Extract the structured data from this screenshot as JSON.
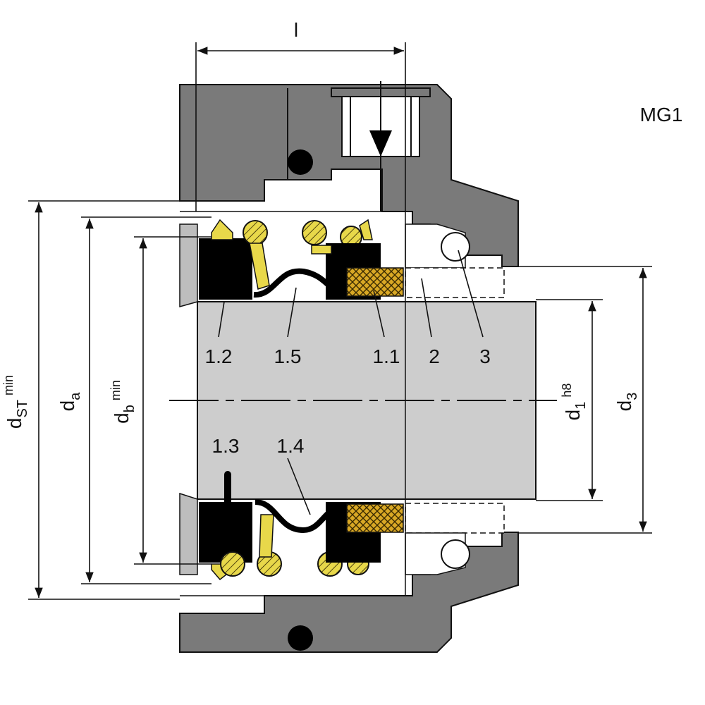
{
  "title": "MG1",
  "dimensions": {
    "length": "l",
    "d_st": {
      "main": "d",
      "sub": "ST",
      "sup": "min"
    },
    "d_a": {
      "main": "d",
      "sub": "a"
    },
    "d_b": {
      "main": "d",
      "sub": "b",
      "sup": "min"
    },
    "d_1": {
      "main": "d",
      "sub": "1",
      "sup": "h8"
    },
    "d_3": {
      "main": "d",
      "sub": "3"
    }
  },
  "parts": {
    "p1_2": "1.2",
    "p1_5": "1.5",
    "p1_1": "1.1",
    "p2": "2",
    "p3": "3",
    "p1_3": "1.3",
    "p1_4": "1.4"
  },
  "colors": {
    "housing": "#7a7a7a",
    "shaft": "#cdcdcd",
    "rubber": "#000000",
    "spring": "#e8d84a",
    "face": "#d9a825",
    "line": "#111111"
  }
}
